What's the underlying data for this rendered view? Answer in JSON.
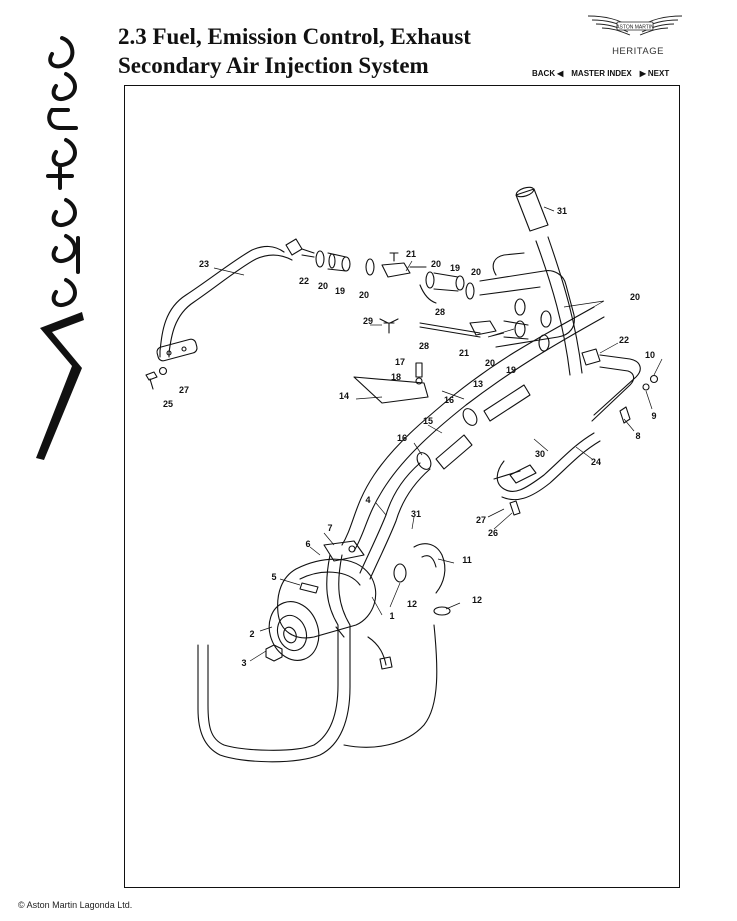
{
  "header": {
    "title_line1": "2.3 Fuel, Emission Control, Exhaust",
    "title_line2": "Secondary Air Injection System"
  },
  "brand": {
    "badge_text": "ASTON MARTIN",
    "heritage_label": "HERITAGE",
    "model_logo_text": "Vantage"
  },
  "nav": {
    "back_label": "BACK",
    "master_index_label": "MASTER INDEX",
    "next_label": "NEXT"
  },
  "callouts": {
    "c1": "1",
    "c2": "2",
    "c3": "3",
    "c4": "4",
    "c5": "5",
    "c6": "6",
    "c7": "7",
    "c8": "8",
    "c9": "9",
    "c10": "10",
    "c11": "11",
    "c12a": "12",
    "c12b": "12",
    "c13": "13",
    "c14": "14",
    "c15": "15",
    "c16a": "16",
    "c16b": "16",
    "c17": "17",
    "c18": "18",
    "c19a": "19",
    "c19b": "19",
    "c19c": "19",
    "c20a": "20",
    "c20b": "20",
    "c20c": "20",
    "c20d": "20",
    "c20e": "20",
    "c20f": "20",
    "c21a": "21",
    "c21b": "21",
    "c22a": "22",
    "c22b": "22",
    "c23": "23",
    "c24": "24",
    "c25": "25",
    "c26": "26",
    "c27a": "27",
    "c27b": "27",
    "c28a": "28",
    "c28b": "28",
    "c29": "29",
    "c30": "30",
    "c31a": "31",
    "c31b": "31"
  },
  "footer": {
    "copyright": "© Aston Martin Lagonda Ltd."
  }
}
